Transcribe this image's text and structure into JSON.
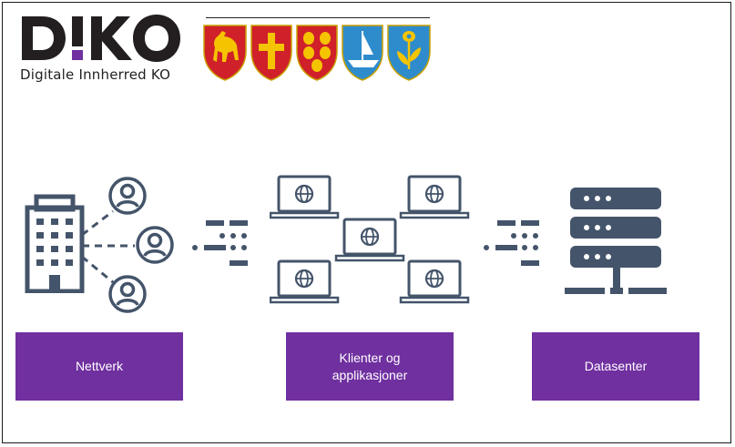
{
  "header": {
    "logo_text": "DIKO",
    "logo_subtitle": "Digitale Innherred KO",
    "crest_icons": [
      "horse-crest-icon",
      "cross-crest-icon",
      "leaves-crest-icon",
      "ship-crest-icon",
      "flower-crest-icon"
    ]
  },
  "colors": {
    "box_fill": "#7030a0",
    "icon_stroke": "#44546a",
    "crest_red": "#d0202a",
    "crest_yellow": "#f5c400",
    "crest_blue": "#2f8ccc"
  },
  "boxes": [
    {
      "label": "Nettverk"
    },
    {
      "label": "Klienter og\napplikasjoner"
    },
    {
      "label": "Datasenter"
    }
  ]
}
